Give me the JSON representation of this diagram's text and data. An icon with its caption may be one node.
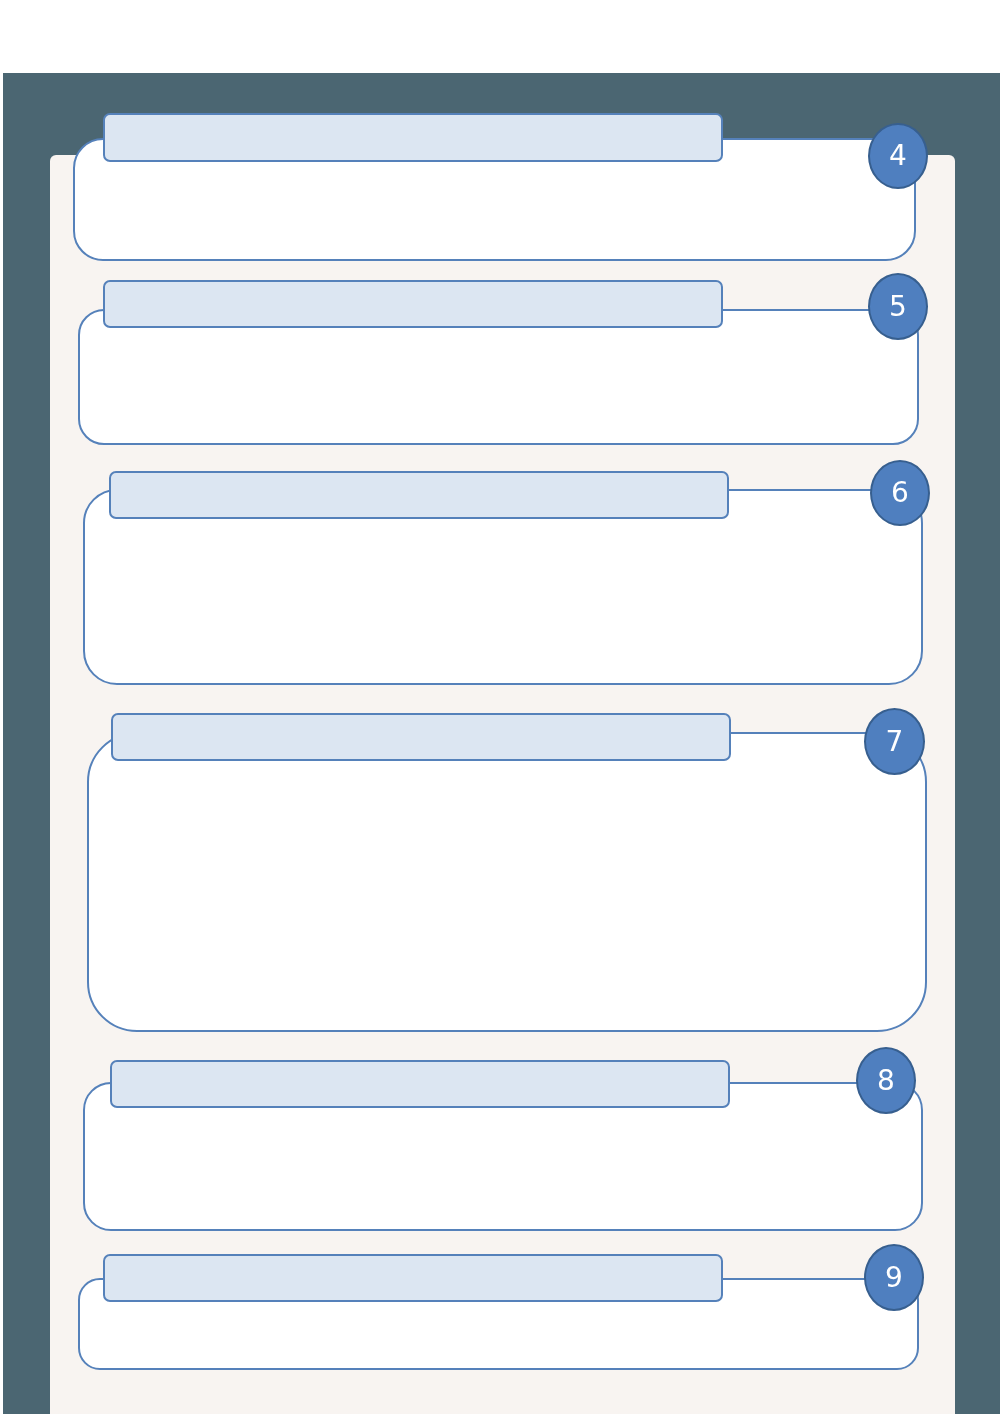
{
  "diagram": {
    "nodes": [
      {
        "text": [],
        "shape": "box"
      },
      {
        "text": [
          "4"
        ]
      },
      {
        "text": [],
        "shape": "box"
      },
      {
        "text": [],
        "shape": "box"
      },
      {
        "text": [
          "5"
        ]
      },
      {
        "text": [],
        "shape": "box"
      },
      {
        "text": [],
        "shape": "box"
      },
      {
        "text": [
          "6"
        ]
      },
      {
        "text": [],
        "shape": "box"
      },
      {
        "text": [],
        "shape": "box"
      },
      {
        "text": [
          "7"
        ]
      },
      {
        "text": [],
        "shape": "box"
      },
      {
        "text": [],
        "shape": "box"
      },
      {
        "text": [
          "8"
        ]
      },
      {
        "text": [],
        "shape": "box"
      },
      {
        "text": [],
        "shape": "box"
      },
      {
        "text": [
          "9"
        ]
      },
      {
        "text": [],
        "shape": "box"
      }
    ]
  }
}
